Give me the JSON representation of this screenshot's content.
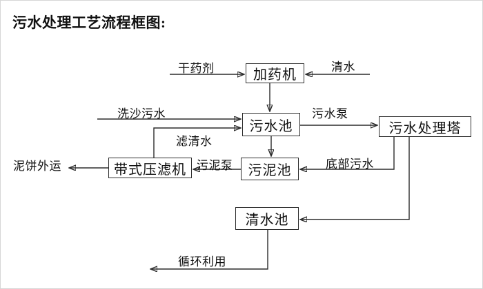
{
  "title": "污水处理工艺流程框图:",
  "nodes": {
    "dosing_machine": {
      "label": "加药机"
    },
    "sewage_pool": {
      "label": "污水池"
    },
    "treatment_tower": {
      "label": "污水处理塔"
    },
    "sludge_pool": {
      "label": "污泥池"
    },
    "belt_filter_press": {
      "label": "带式压滤机"
    },
    "clean_water_pool": {
      "label": "清水池"
    }
  },
  "edges": {
    "dry_agent": {
      "label": "干药剂"
    },
    "clean_water": {
      "label": "清水"
    },
    "sand_washing_sewage": {
      "label": "洗沙污水"
    },
    "filtered_water": {
      "label": "滤清水"
    },
    "sewage_pump": {
      "label": "污水泵"
    },
    "bottom_sewage": {
      "label": "底部污水"
    },
    "sludge_pump": {
      "label": "污泥泵"
    },
    "mud_cake_outbound": {
      "label": "泥饼外运"
    },
    "recycling": {
      "label": "循环利用"
    }
  },
  "colors": {
    "line": "#2b2b2b",
    "background": "#ffffff"
  }
}
